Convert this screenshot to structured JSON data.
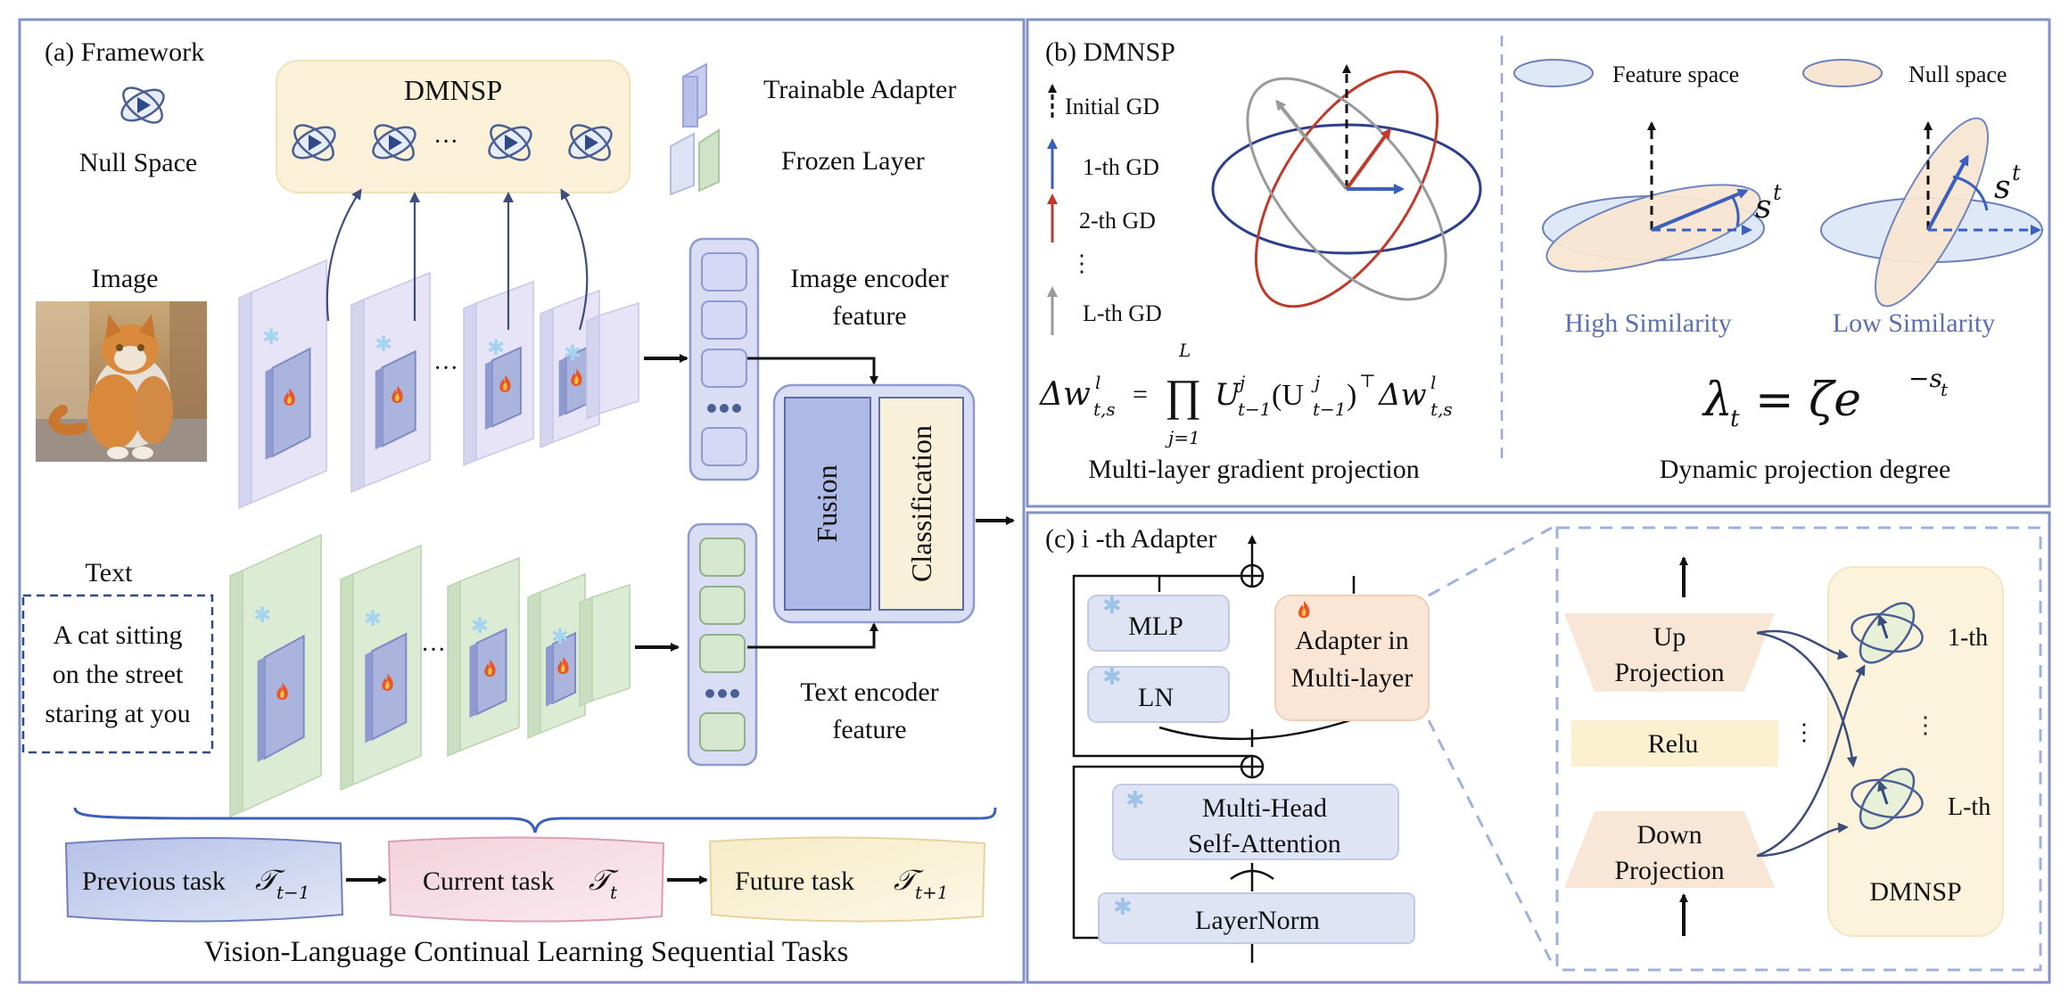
{
  "panel_a": {
    "title": "(a) Framework",
    "null_space_label": "Null Space",
    "dmnsp_title": "DMNSP",
    "dmnsp_ellipsis": "···",
    "legend_trainable": "Trainable Adapter",
    "legend_frozen": "Frozen Layer",
    "image_label": "Image",
    "text_label": "Text",
    "text_box_lines": [
      "A cat sitting",
      "on the street",
      "staring at you"
    ],
    "image_feature_lines": [
      "Image encoder",
      "feature"
    ],
    "text_feature_lines": [
      "Text encoder",
      "feature"
    ],
    "fusion_label": "Fusion",
    "classification_label": "Classification",
    "ellipsis": "···",
    "tasks": [
      {
        "text": "Previous task",
        "math_base": "𝒯",
        "math_sub": "t−1",
        "color": "#c9d3ee"
      },
      {
        "text": "Current task",
        "math_base": "𝒯",
        "math_sub": "t",
        "color": "#f6dde4"
      },
      {
        "text": "Future task",
        "math_base": "𝒯",
        "math_sub": "t+1",
        "color": "#faf2d6"
      }
    ],
    "caption": "Vision-Language Continual Learning Sequential Tasks"
  },
  "panel_b": {
    "title": "(b) DMNSP",
    "gd_legend": [
      {
        "label": "Initial GD",
        "color": "#111111"
      },
      {
        "label": "1-th GD",
        "color": "#3a5fbf"
      },
      {
        "label": "2-th GD",
        "color": "#c0392b"
      },
      {
        "label": "L-th GD",
        "color": "#9a9a9a"
      }
    ],
    "vdots": "⋮",
    "feature_space_label": "Feature space",
    "null_space_label": "Null space",
    "high_similarity": "High Similarity",
    "low_similarity": "Low Similarity",
    "s_sup": "s",
    "t_sup": "t",
    "formula_left": "Δw",
    "formula_prod": "∏",
    "formula_prod_top": "L",
    "formula_prod_bottom": "j=1",
    "formula_rest": "U",
    "formula_right": "Δw",
    "formula_caption": "Multi-layer gradient projection",
    "lambda_formula": "λ",
    "lambda_rest": "= ζe",
    "lambda_caption": "Dynamic projection degree"
  },
  "panel_c": {
    "title": "(c)  i -th Adapter",
    "mlp": "MLP",
    "ln": "LN",
    "adapter_lines": [
      "Adapter in",
      "Multi-layer"
    ],
    "mhsa_lines": [
      "Multi-Head",
      "Self-Attention"
    ],
    "layernorm": "LayerNorm",
    "up_lines": [
      "Up",
      "Projection"
    ],
    "relu": "Relu",
    "down_lines": [
      "Down",
      "Projection"
    ],
    "first_label": "1-th",
    "last_label": "L-th",
    "dmnsp_label": "DMNSP",
    "vdots": "⋮"
  },
  "colors": {
    "frame": "#7f8fc0",
    "dmnsp_bg": "#fbf1d9",
    "adapter_blue": "#c7cdee",
    "frozen_green": "#cfe3c6",
    "feature_bg": "#d9def4"
  }
}
